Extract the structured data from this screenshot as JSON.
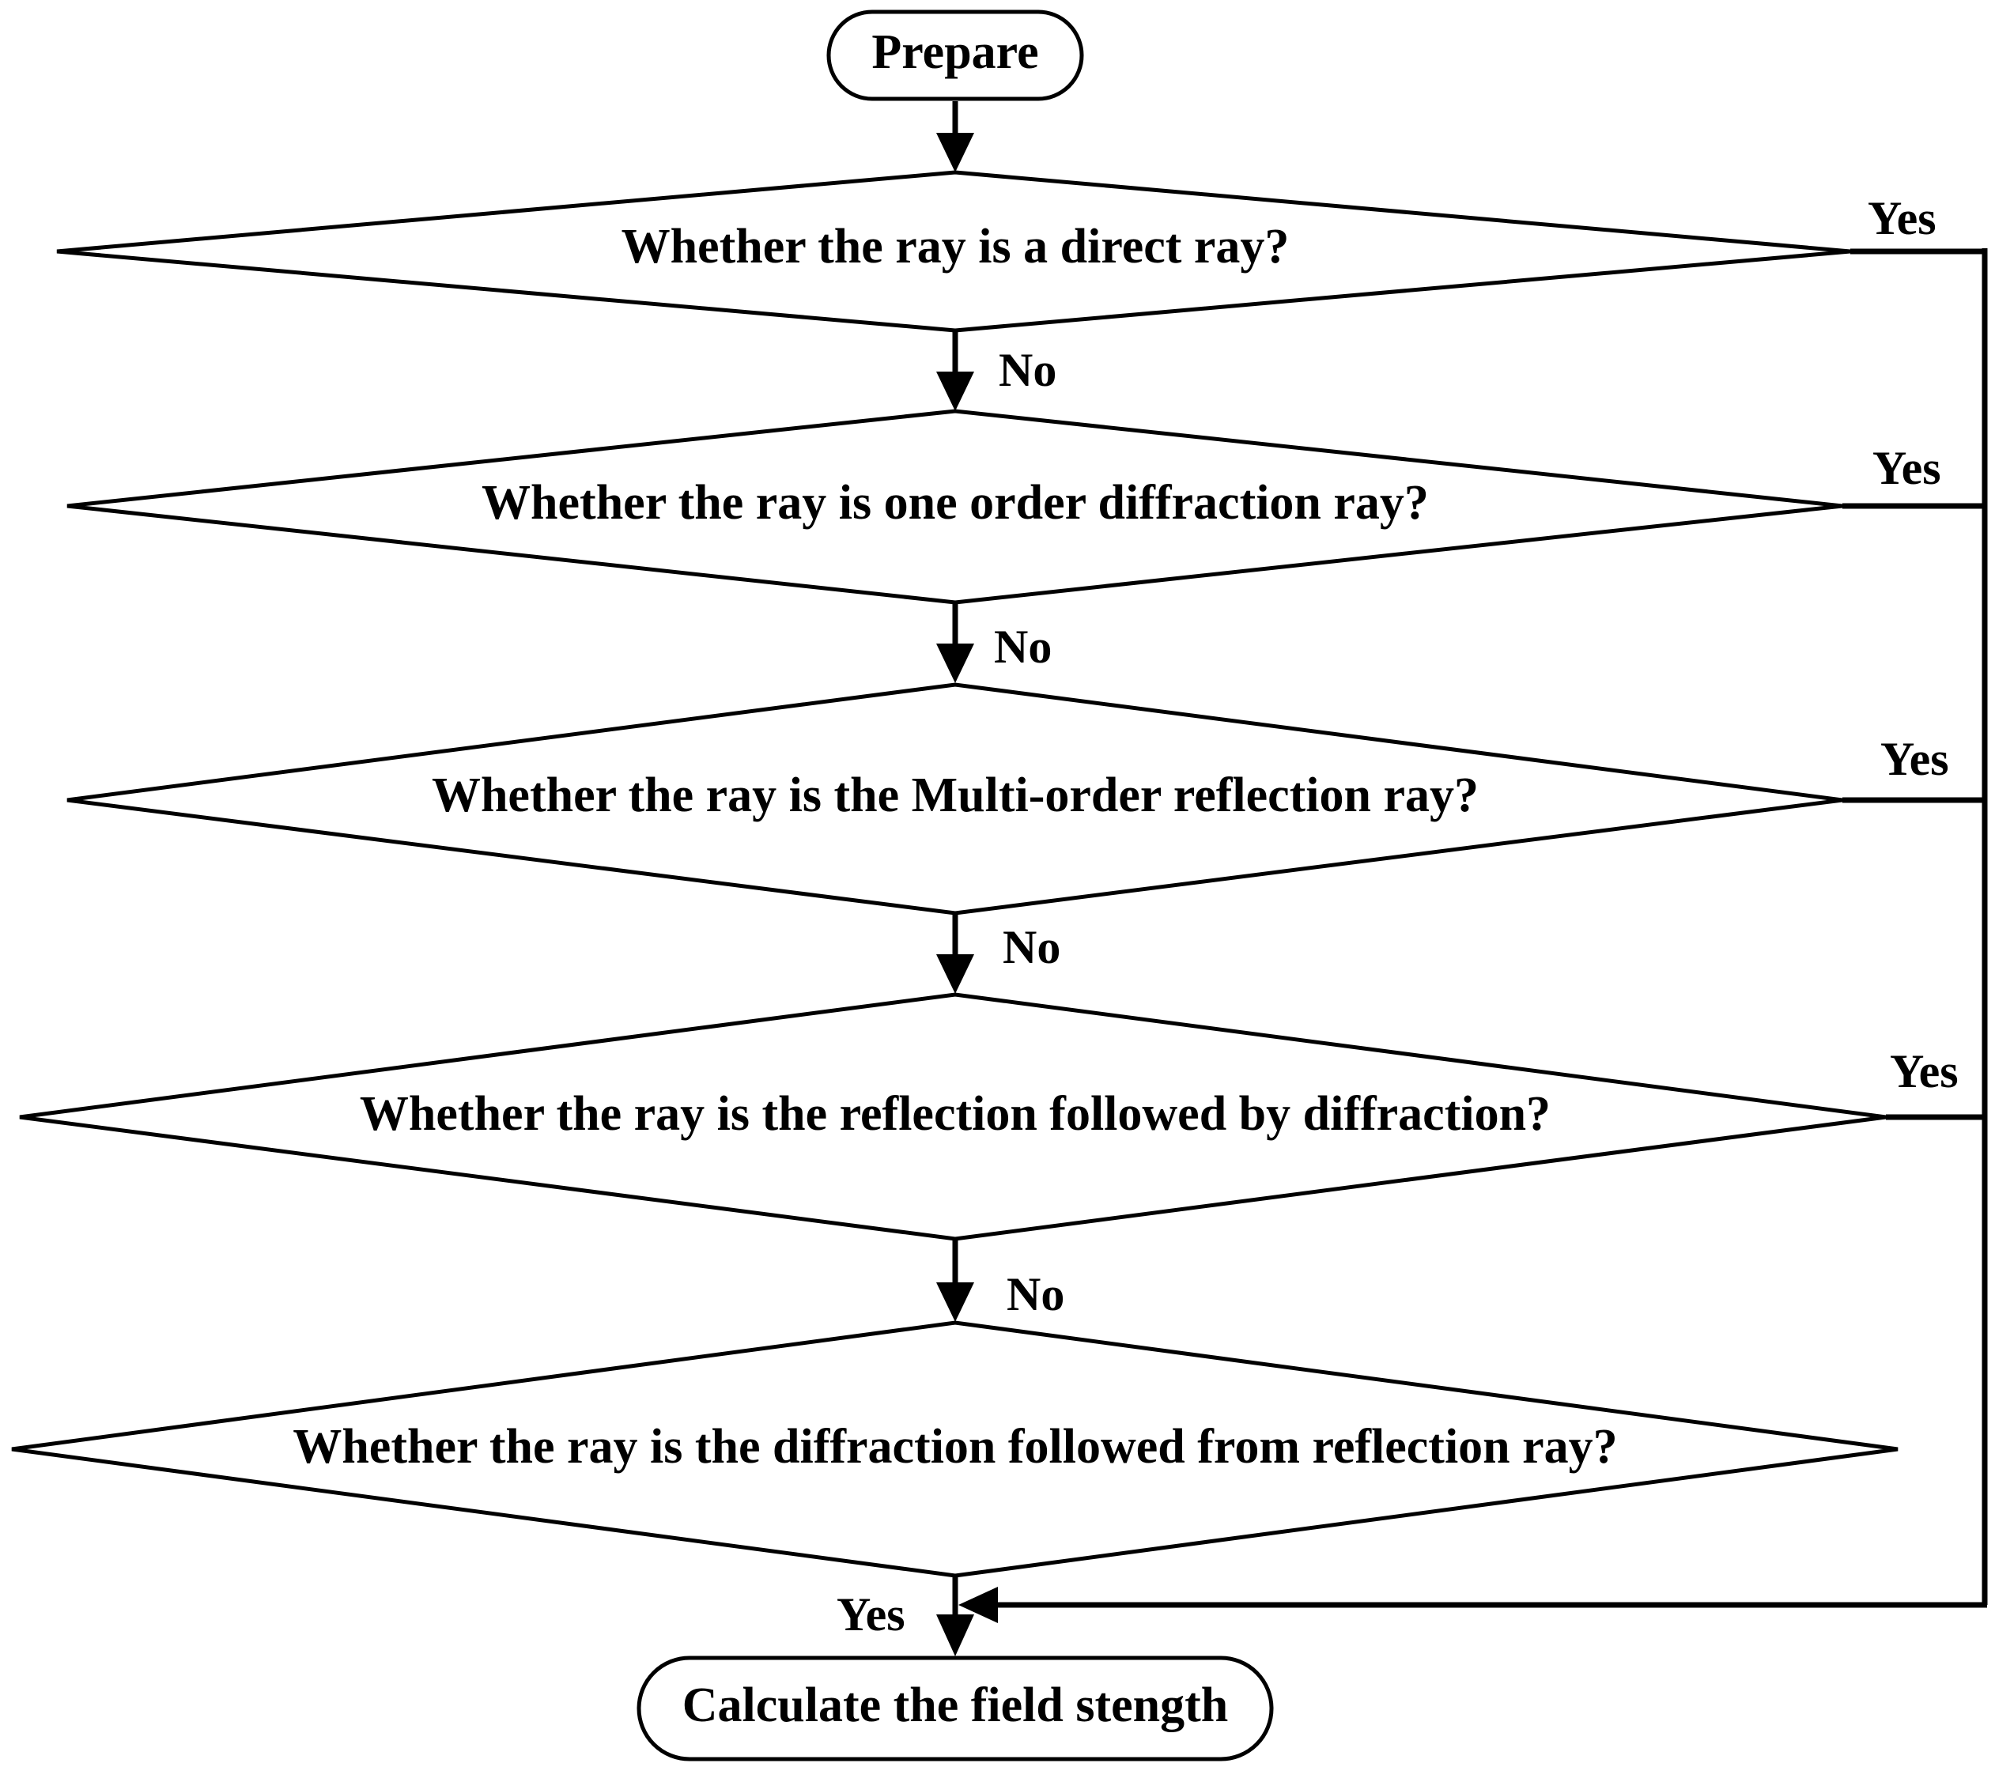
{
  "nodes": {
    "start": "Prepare",
    "d1": "Whether the ray is a direct ray?",
    "d2": "Whether the ray is one order diffraction ray?",
    "d3": "Whether the ray is the Multi-order reflection ray?",
    "d4": "Whether the ray is the reflection followed by diffraction?",
    "d5": "Whether the ray is the diffraction followed from reflection ray?",
    "end": "Calculate the field stength"
  },
  "edges": {
    "d1_yes": "Yes",
    "d1_no": "No",
    "d2_yes": "Yes",
    "d2_no": "No",
    "d3_yes": "Yes",
    "d3_no": "No",
    "d4_yes": "Yes",
    "d4_no": "No",
    "d5_yes": "Yes"
  },
  "colors": {
    "stroke": "#000000",
    "background": "#ffffff"
  }
}
